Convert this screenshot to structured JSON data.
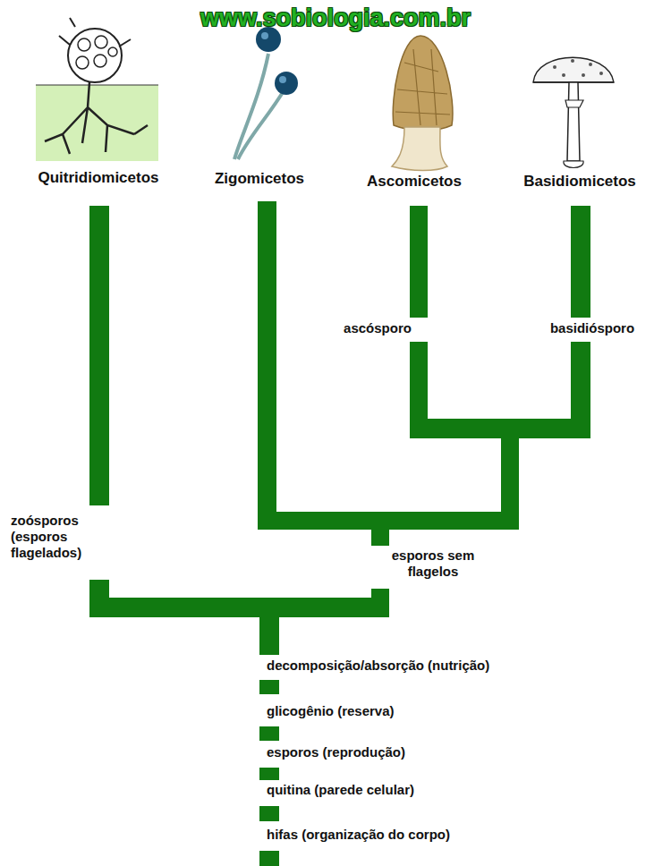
{
  "diagram": {
    "labels": [
      "www.sobiologia.com.br",
      "Quitridiomicetos",
      "Zigomicetos",
      "Ascomicetos",
      "Basidiomicetos",
      "ascósporo",
      "basidiósporo",
      "zoósporos (esporos flagelados)",
      "esporos sem flagelos",
      "decomposição/absorção (nutrição)",
      "glicogênio (reserva)",
      "esporos (reprodução)",
      "quitina (parede celular)",
      "hifas (organização do corpo)"
    ]
  }
}
